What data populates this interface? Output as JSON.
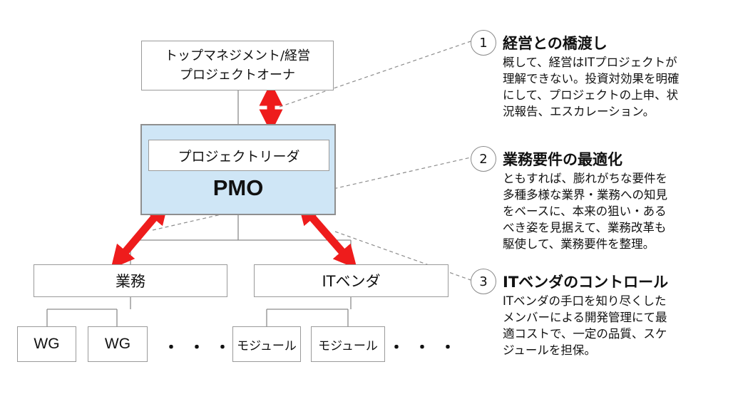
{
  "colors": {
    "arrow": "#ee1c1c",
    "pmo_fill": "#cfe6f6",
    "connector": "#8c8c8c"
  },
  "org": {
    "top_box_lines": [
      "トップマネジメント/経営",
      "プロジェクトオーナ"
    ],
    "project_leader": "プロジェクトリーダ",
    "pmo": "PMO",
    "business": "業務",
    "it_vendor": "ITベンダ",
    "wg_1": "WG",
    "wg_2": "WG",
    "module_1": "モジュール",
    "module_2": "モジュール",
    "ellipsis_left": "・・・",
    "ellipsis_right": "・・・"
  },
  "points": [
    {
      "number": "1",
      "title": "経営との橋渡し",
      "lines": [
        "概して、経営はITプロジェクトが",
        "理解できない。投資対効果を明確",
        "にして、プロジェクトの上申、状",
        "況報告、エスカレーション。"
      ]
    },
    {
      "number": "2",
      "title": "業務要件の最適化",
      "lines": [
        "ともすれば、膨れがちな要件を",
        "多種多様な業界・業務への知見",
        "をベースに、本来の狙い・ある",
        "べき姿を見据えて、業務改革も",
        "駆使して、業務要件を整理。"
      ]
    },
    {
      "number": "3",
      "title": "ITベンダのコントロール",
      "lines": [
        "ITベンダの手口を知り尽くした",
        "メンバーによる開発管理にて最",
        "適コストで、一定の品質、スケ",
        "ジュールを担保。"
      ]
    }
  ]
}
